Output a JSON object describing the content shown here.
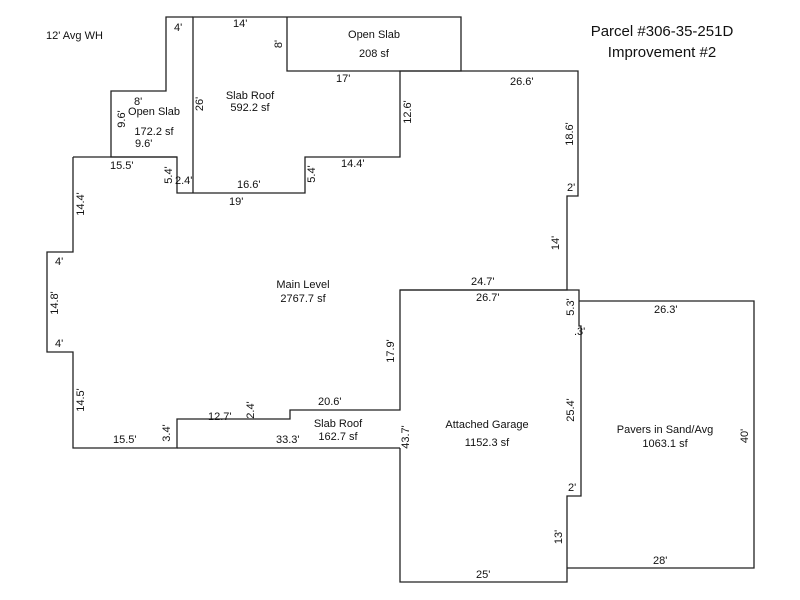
{
  "header": {
    "parcel": "Parcel #306-35-251D",
    "improvement": "Improvement #2",
    "note": "12' Avg WH"
  },
  "areas": {
    "main": {
      "name": "Main Level",
      "area": "2767.7 sf"
    },
    "slab_roof_top": {
      "name": "Slab Roof",
      "area": "592.2 sf"
    },
    "open_slab_top": {
      "name": "Open Slab",
      "area": "208 sf"
    },
    "open_slab_left": {
      "name": "Open Slab",
      "area": "172.2 sf"
    },
    "slab_roof_bottom": {
      "name": "Slab Roof",
      "area": "162.7 sf"
    },
    "garage": {
      "name": "Attached Garage",
      "area": "1152.3 sf"
    },
    "pavers": {
      "name": "Pavers in Sand/Avg",
      "area": "1063.1 sf"
    }
  },
  "dims": {
    "d4a": "4'",
    "d14": "14'",
    "d8a": "8'",
    "d17": "17'",
    "d266": "26.6'",
    "d126": "12.6'",
    "d186": "18.6'",
    "d26": "26'",
    "d8b": "8'",
    "d96a": "9.6'",
    "d96b": "9.6'",
    "d155a": "15.5'",
    "d54a": "5.4'",
    "d24a": "2.4'",
    "d166": "16.6'",
    "d19": "19'",
    "d54b": "5.4'",
    "d144": "14.4'",
    "d2a": "2'",
    "d14b": "14'",
    "d144b": "14.4'",
    "d4b": "4'",
    "d148": "14.8'",
    "d4c": "4'",
    "d145": "14.5'",
    "d155b": "15.5'",
    "d34": "3.4'",
    "d127": "12.7'",
    "d24b": "2.4'",
    "d206": "20.6'",
    "d333": "33.3'",
    "d437": "43.7'",
    "d179": "17.9'",
    "d247": "24.7'",
    "d267": "26.7'",
    "d53": "5.3'",
    "d3": ".3'",
    "d263": "26.3'",
    "d254": "25.4'",
    "d2b": "2'",
    "d13": "13'",
    "d25": "25'",
    "d28": "28'",
    "d40": "40'"
  }
}
